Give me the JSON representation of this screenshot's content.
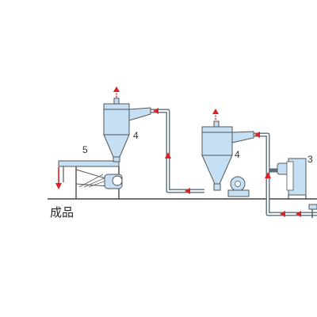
{
  "labels": {
    "cyclone_left": "4",
    "cyclone_right": "4",
    "screen": "5",
    "machine": "3",
    "product": "成品"
  },
  "colors": {
    "vessel_fill": "#c5e0f4",
    "outline": "#555555",
    "pipe": "#5a6e80",
    "arrow": "#e02020",
    "ground": "#444444"
  },
  "icons": {
    "flow_arrow": "red-triangle-arrow",
    "vent_arrow": "red-up-arrow"
  }
}
